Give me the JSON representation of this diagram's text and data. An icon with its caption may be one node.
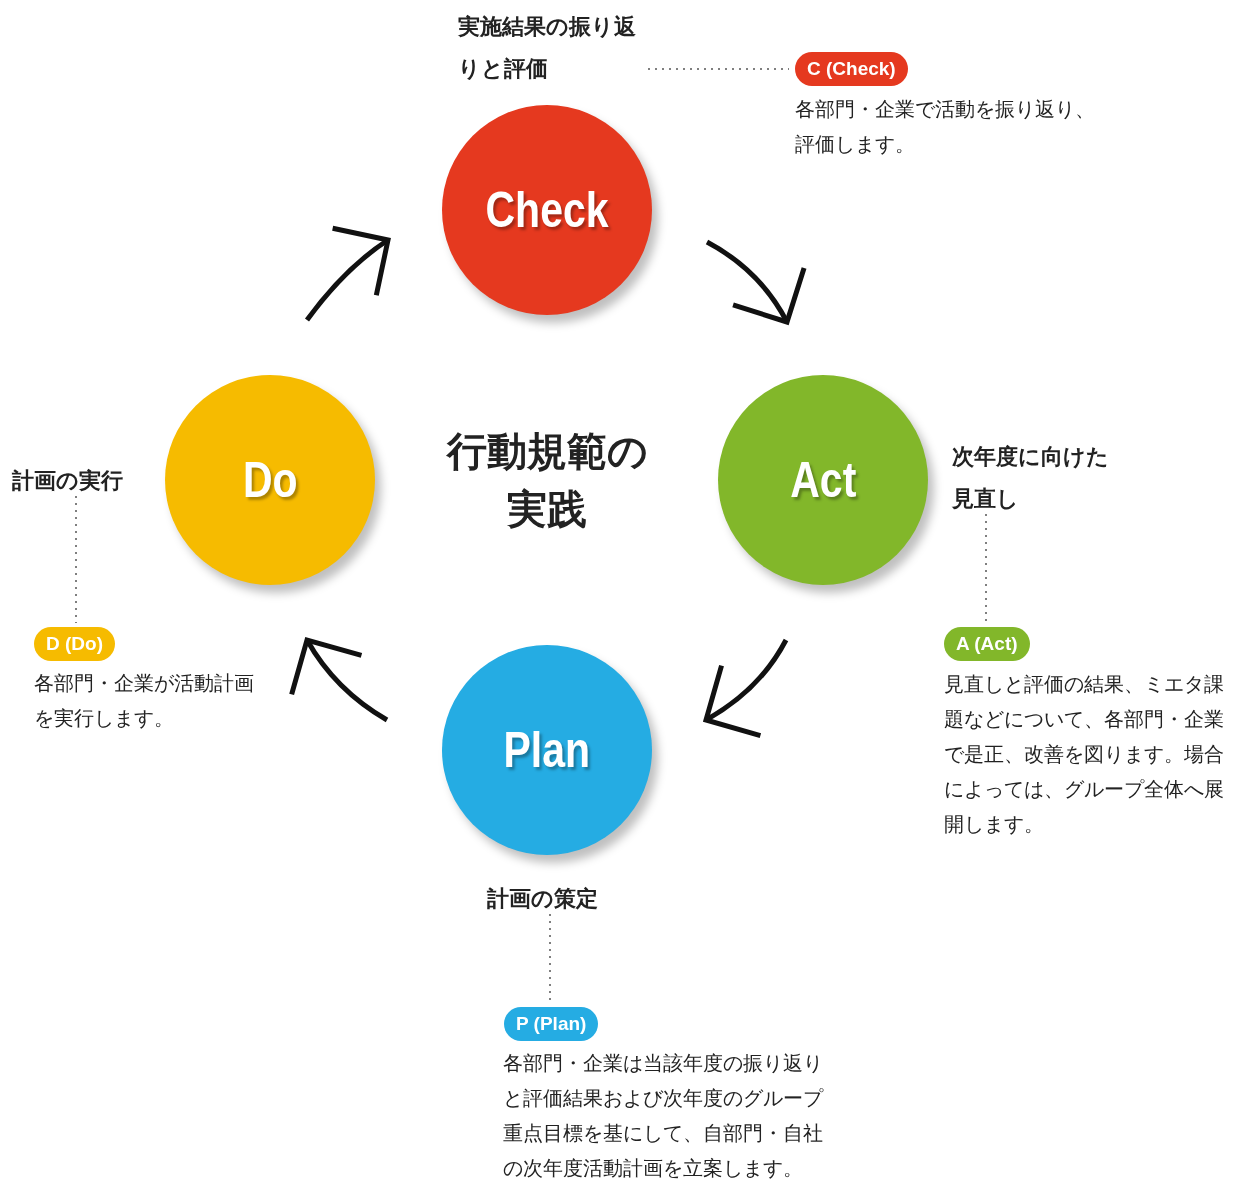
{
  "diagram": {
    "nodes": [
      {
        "text": [
          "Check"
        ]
      },
      {
        "text": [
          "Act"
        ]
      },
      {
        "text": [
          "Plan"
        ]
      },
      {
        "text": [
          "Do"
        ]
      },
      {
        "text": [
          "実施結果の振り返りと評価"
        ]
      },
      {
        "text": [
          "C (Check)"
        ],
        "beside": [
          "各部門・企業で活動を振り返り、評価します。"
        ]
      },
      {
        "text": [
          "次年度に向けた見直し"
        ]
      },
      {
        "text": [
          "A (Act)"
        ],
        "beside": [
          "見直しと評価の結果、ミエタ課題などについて、各部門・企業で是正、改善を図ります。場合によっては、グループ全体へ展開します。"
        ]
      },
      {
        "text": [
          "計画の策定"
        ]
      },
      {
        "text": [
          "P (Plan)"
        ],
        "beside": [
          "各部門・企業は当該年度の振り返りと評価結果および次年度のグループ重点目標を基にして、自部門・自社の次年度活動計画を立案します。"
        ]
      },
      {
        "text": [
          "計画の実行"
        ]
      },
      {
        "text": [
          "D (Do)"
        ],
        "beside": [
          "各部門・企業が活動計画を実行します。"
        ]
      }
    ],
    "edges": [
      {
        "from": 3,
        "to": 0,
        "arrow": "to",
        "style": "thick"
      },
      {
        "from": 0,
        "to": 1,
        "arrow": "to",
        "style": "thick"
      },
      {
        "from": 1,
        "to": 2,
        "arrow": "to",
        "style": "thick"
      },
      {
        "from": 2,
        "to": 3,
        "arrow": "to",
        "style": "thick"
      },
      {
        "from": 4,
        "to": 5,
        "arrow": "none",
        "style": "dashed"
      },
      {
        "from": 6,
        "to": 7,
        "arrow": "none",
        "style": "dashed"
      },
      {
        "from": 8,
        "to": 9,
        "arrow": "none",
        "style": "dashed"
      },
      {
        "from": 10,
        "to": 11,
        "arrow": "none",
        "style": "dashed"
      }
    ],
    "labels": [
      "行動規範の実践"
    ]
  }
}
